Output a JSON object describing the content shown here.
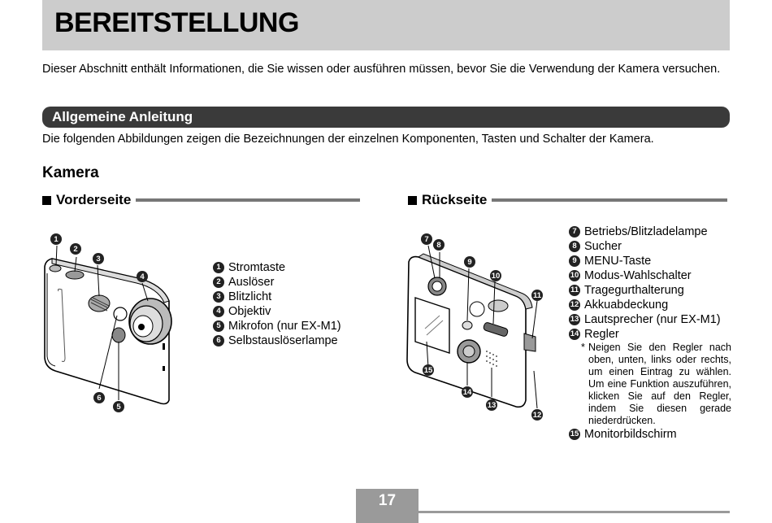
{
  "header": {
    "title": "BEREITSTELLUNG"
  },
  "intro": "Dieser Abschnitt enthält Informationen, die Sie wissen oder ausführen müssen, bevor Sie die Verwendung der Kamera versuchen.",
  "section": {
    "title": "Allgemeine Anleitung",
    "description": "Die folgenden Abbildungen zeigen die Bezeichnungen der einzelnen Komponenten, Tasten und Schalter der Kamera."
  },
  "kamera": {
    "heading": "Kamera",
    "front": {
      "heading": "Vorderseite",
      "items": [
        {
          "num": "1",
          "label": "Stromtaste"
        },
        {
          "num": "2",
          "label": "Auslöser"
        },
        {
          "num": "3",
          "label": "Blitzlicht"
        },
        {
          "num": "4",
          "label": "Objektiv"
        },
        {
          "num": "5",
          "label": "Mikrofon (nur EX-M1)"
        },
        {
          "num": "6",
          "label": "Selbstauslöserlampe"
        }
      ]
    },
    "back": {
      "heading": "Rückseite",
      "items": [
        {
          "num": "7",
          "label": "Betriebs/Blitzladelampe"
        },
        {
          "num": "8",
          "label": "Sucher"
        },
        {
          "num": "9",
          "label": "MENU-Taste"
        },
        {
          "num": "10",
          "label": "Modus-Wahlschalter"
        },
        {
          "num": "11",
          "label": "Tragegurthalterung"
        },
        {
          "num": "12",
          "label": "Akkuabdeckung"
        },
        {
          "num": "13",
          "label": "Lautsprecher (nur EX-M1)"
        },
        {
          "num": "14",
          "label": "Regler"
        }
      ],
      "note_marker": "*",
      "note": "Neigen Sie den Regler nach oben, unten, links oder rechts, um einen Eintrag zu wählen. Um eine Funktion auszuführen, klicken Sie auf den Regler, indem Sie diesen gerade niederdrücken.",
      "last_item": {
        "num": "15",
        "label": "Monitorbildschirm"
      }
    }
  },
  "footer": {
    "page_number": "17"
  }
}
